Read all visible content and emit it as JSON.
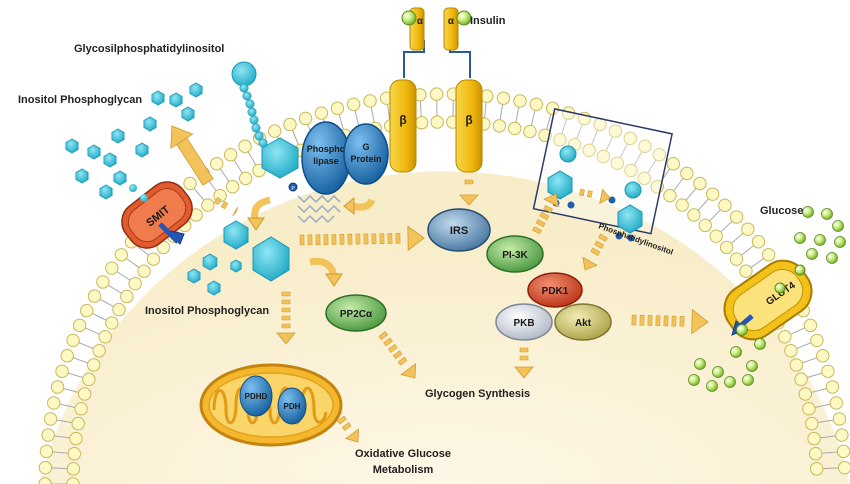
{
  "labels": {
    "insulin": "Insulin",
    "alpha": "α",
    "beta": "β",
    "gpi": "Glycosilphosphatidylinositol",
    "ipg_top": "Inositol Phosphoglycan",
    "ipg_mid": "Inositol Phosphoglycan",
    "smit": "SMIT",
    "phospholipase_1": "Phospho",
    "phospholipase_2": "lipase",
    "gprotein_1": "G",
    "gprotein_2": "Protein",
    "irs": "IRS",
    "pi3k": "PI-3K",
    "phosphatidylinositol": "Phosphatidylinositol",
    "p": "P",
    "pdk1": "PDK1",
    "pkb": "PKB",
    "akt": "Akt",
    "pp2ca": "PP2Cα",
    "glycogen": "Glycogen Synthesis",
    "pdhd": "PDHD",
    "pdh": "PDH",
    "oxidative_1": "Oxidative Glucose",
    "oxidative_2": "Metabolism",
    "glucose": "Glucose",
    "glut4": "GLUT4"
  },
  "colors": {
    "cytoplasm": "#fbf3dc",
    "lipid_head": "#fdf8c4",
    "lipid_stroke": "#c9b85a",
    "receptor": "#f2c21b",
    "hexagon": "#3cc3dc",
    "enzyme_blue": "#1a7cc7",
    "irs": "#4a7fa8",
    "pi3k": "#5aa84c",
    "pdk1": "#d43c1a",
    "pkb": "#d8dde6",
    "akt": "#c9c273",
    "pp2ca": "#5aa84c",
    "glucose": "#9ccc3c",
    "arrow": "#f2c35a"
  }
}
